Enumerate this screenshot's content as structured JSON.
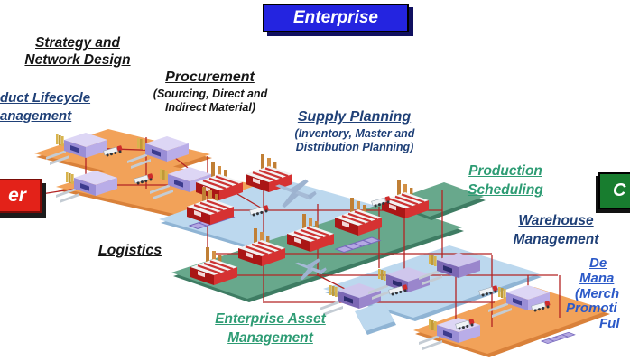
{
  "colors": {
    "navy": "#1f4077",
    "green_text": "#2e9c74",
    "royal": "#2b59c8",
    "enterprise_bg": "#2424e0",
    "supplier_bg": "#e32219",
    "customer_bg": "#187d2f",
    "platform_orange": "#f2a259",
    "platform_blue": "#bcd8ee",
    "platform_teal": "#68a88c",
    "line_red": "#b32424"
  },
  "header": {
    "enterprise": "Enterprise"
  },
  "edge_boxes": {
    "supplier_fragment": "er",
    "customer_fragment": "C"
  },
  "labels": {
    "strategy": "Strategy and\nNetwork Design",
    "plm_fragment": "duct Lifecycle\nanagement",
    "procurement_title": "Procurement",
    "procurement_sub": "(Sourcing, Direct and\nIndirect Material)",
    "supply_title": "Supply Planning",
    "supply_sub": "(Inventory, Master and\nDistribution Planning)",
    "production": "Production\nScheduling",
    "warehouse": "Warehouse\nManagement",
    "logistics": "Logistics",
    "eam": "Enterprise Asset\nManagement",
    "demand_fragments": {
      "l1": "De",
      "l2": "Mana",
      "l3": "(Merch",
      "l4": "Promoti",
      "l5": "Ful"
    }
  },
  "icons": {
    "warehouse": "isometric lavender warehouse building",
    "warehouse_dark": "isometric dark purple warehouse building",
    "factory": "isometric red factory with chimneys",
    "truck": "semi truck with red cab",
    "plane": "airplane silhouette",
    "conveyor": "lavender conveyor strip"
  }
}
